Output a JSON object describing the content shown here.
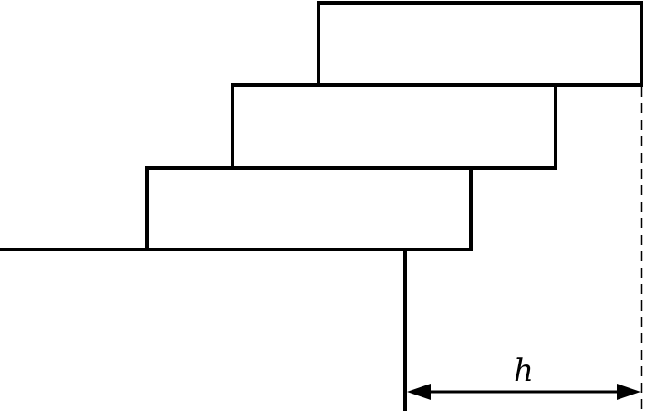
{
  "diagram": {
    "dimension_label": "h",
    "line_color": "#000000",
    "background_color": "#ffffff",
    "blocks": [
      {
        "name": "bottom-block"
      },
      {
        "name": "middle-block"
      },
      {
        "name": "top-block"
      }
    ]
  }
}
